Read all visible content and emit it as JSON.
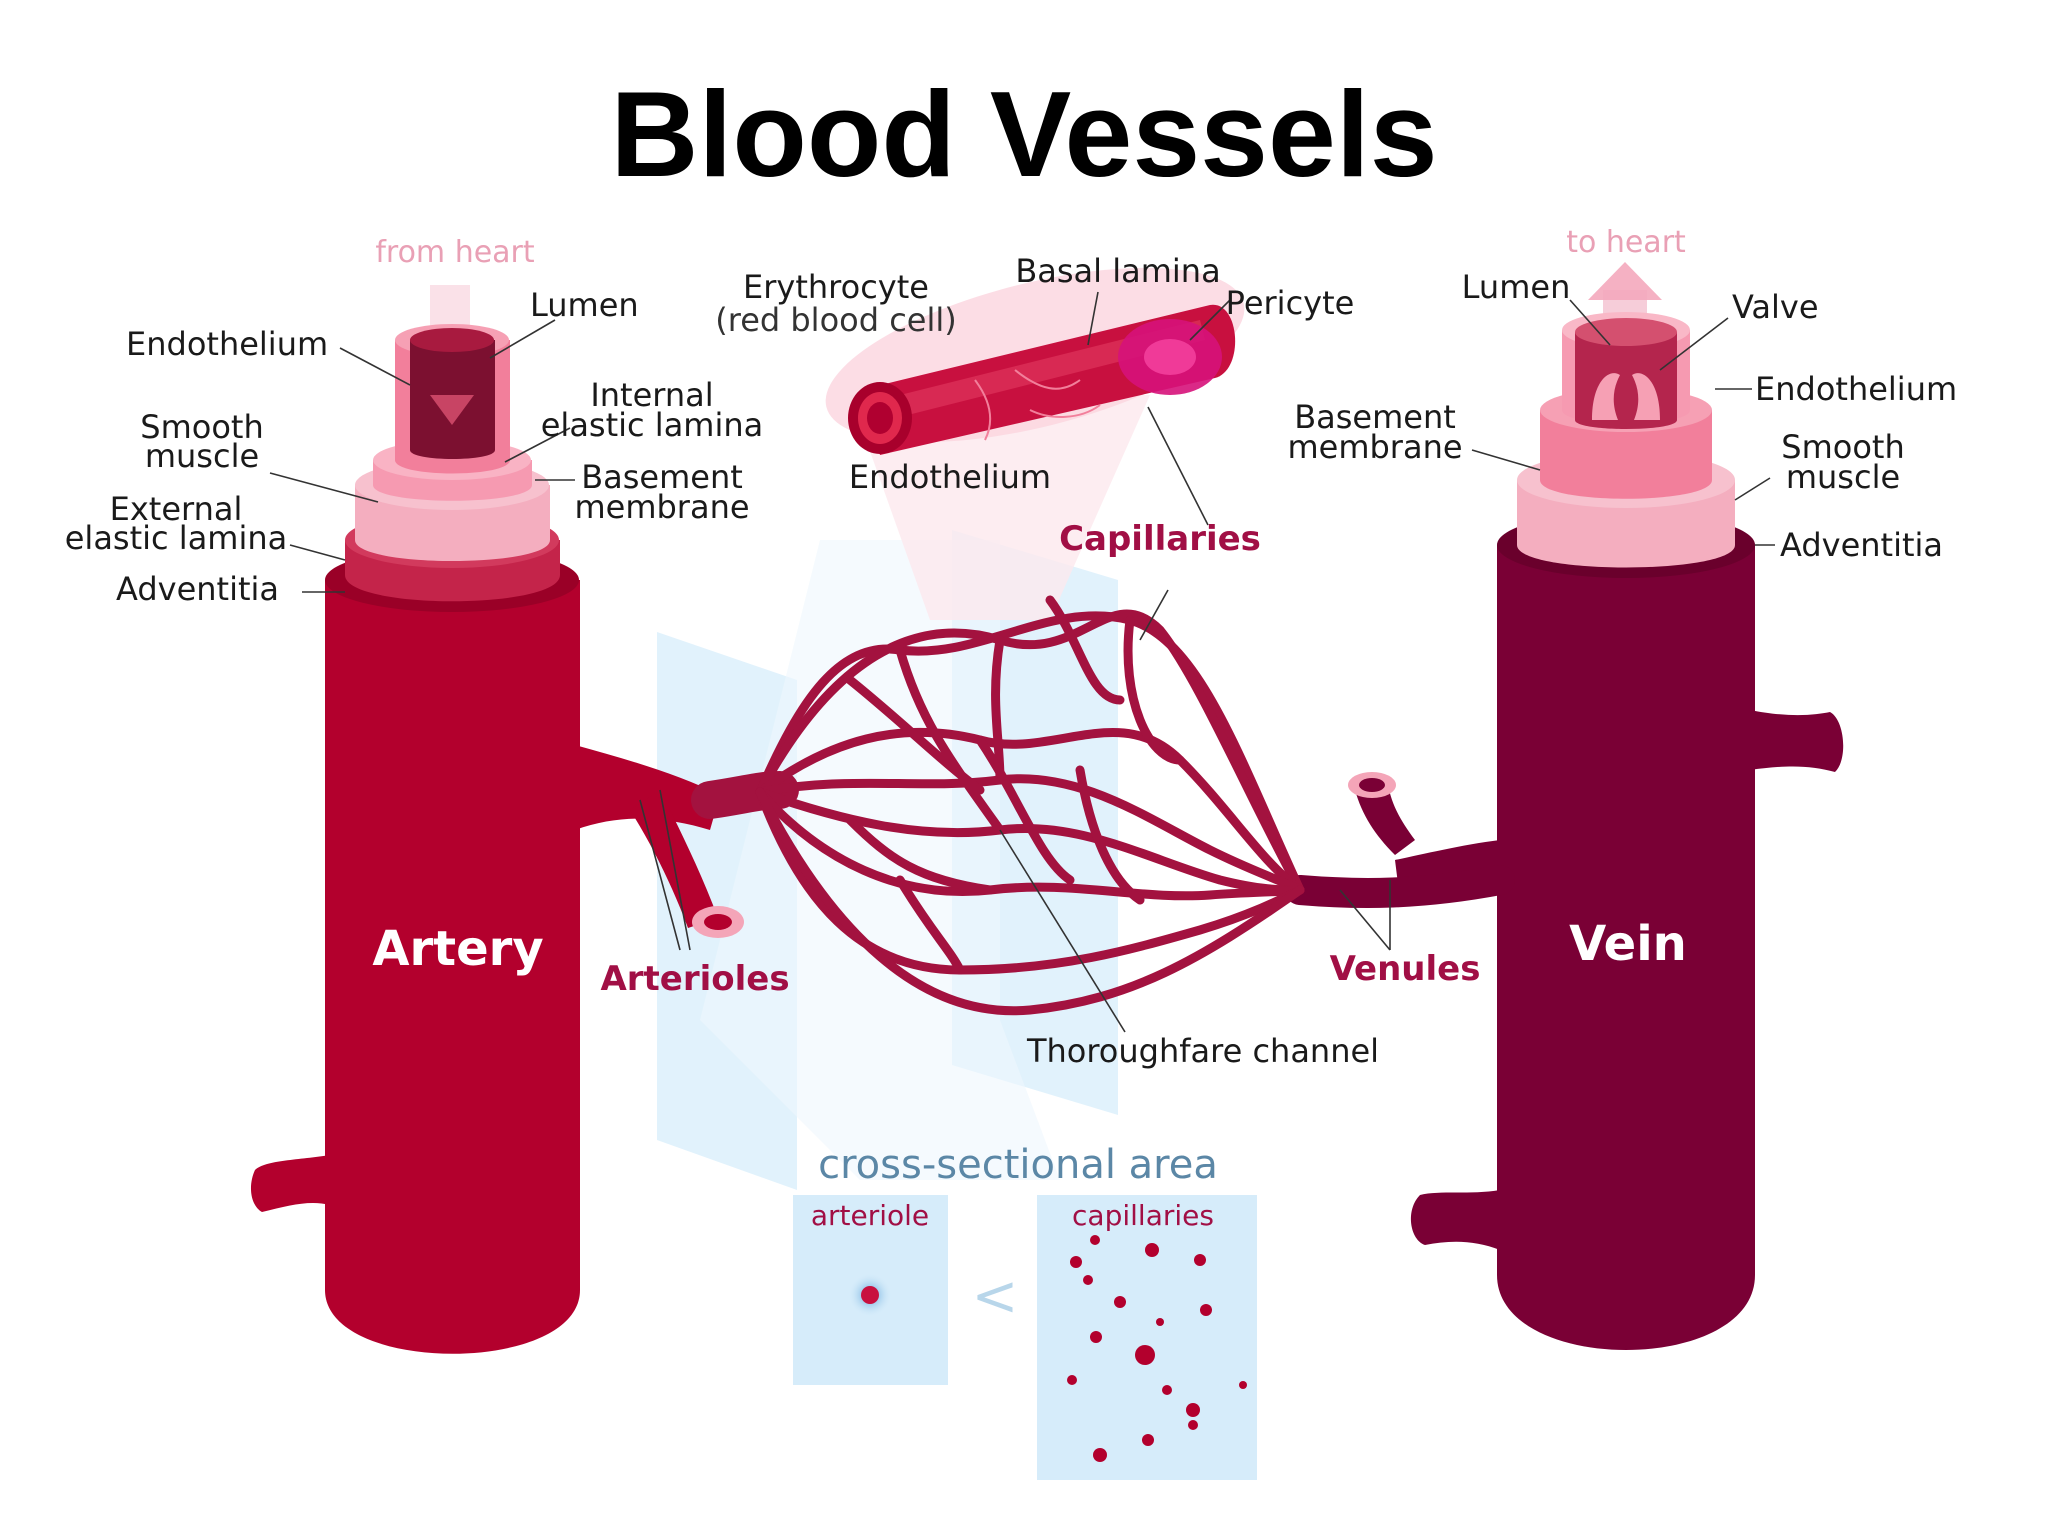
{
  "title": "Blood Vessels",
  "artery": {
    "name": "Artery",
    "flow": "from heart",
    "labels": {
      "lumen": "Lumen",
      "endothelium": "Endothelium",
      "smooth_muscle_1": "Smooth",
      "smooth_muscle_2": "muscle",
      "internal_1": "Internal",
      "internal_2": "elastic lamina",
      "basement_1": "Basement",
      "basement_2": "membrane",
      "external_1": "External",
      "external_2": "elastic lamina",
      "adventitia": "Adventitia"
    }
  },
  "capillary": {
    "erythrocyte": "Erythrocyte",
    "red_blood_cell": "(red blood cell)",
    "basal_lamina": "Basal lamina",
    "pericyte": "Pericyte",
    "endothelium": "Endothelium",
    "capillaries": "Capillaries"
  },
  "network": {
    "arterioles": "Arterioles",
    "venules": "Venules",
    "thoroughfare": "Thoroughfare channel"
  },
  "vein": {
    "name": "Vein",
    "flow": "to heart",
    "labels": {
      "lumen": "Lumen",
      "valve": "Valve",
      "endothelium": "Endothelium",
      "basement_1": "Basement",
      "basement_2": "membrane",
      "smooth_muscle_1": "Smooth",
      "smooth_muscle_2": "muscle",
      "adventitia": "Adventitia"
    }
  },
  "cross_section": {
    "title": "cross-sectional area",
    "arteriole": "arteriole",
    "capillaries": "capillaries",
    "comparison": "<"
  },
  "colors": {
    "artery": "#b3002d",
    "vein": "#7a0035",
    "capillary": "#a3123f",
    "light_pink": "#f2a9ba",
    "panel_blue": "#d6ecfa"
  }
}
